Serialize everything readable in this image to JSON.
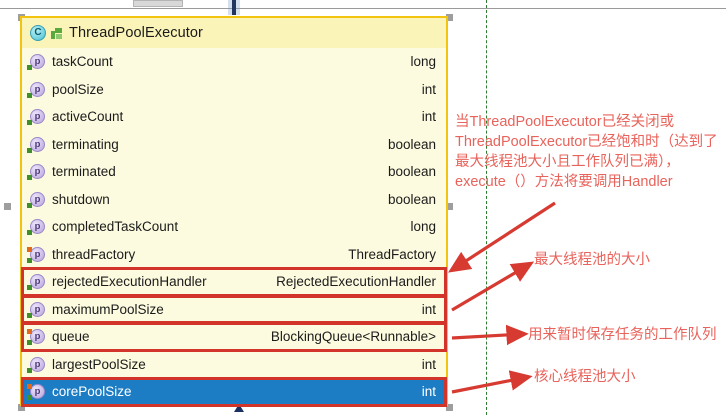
{
  "window": {
    "top_chip_label": ""
  },
  "class_box": {
    "icon_class": "class-icon",
    "icon_marker": "green-package-icon",
    "title": "ThreadPoolExecutor",
    "members": [
      {
        "icon": "property-icon",
        "name": "taskCount",
        "type": "long",
        "selected": false,
        "boxed": false,
        "mod": ""
      },
      {
        "icon": "property-icon",
        "name": "poolSize",
        "type": "int",
        "selected": false,
        "boxed": false,
        "mod": ""
      },
      {
        "icon": "property-icon",
        "name": "activeCount",
        "type": "int",
        "selected": false,
        "boxed": false,
        "mod": ""
      },
      {
        "icon": "property-icon",
        "name": "terminating",
        "type": "boolean",
        "selected": false,
        "boxed": false,
        "mod": ""
      },
      {
        "icon": "property-icon",
        "name": "terminated",
        "type": "boolean",
        "selected": false,
        "boxed": false,
        "mod": ""
      },
      {
        "icon": "property-icon",
        "name": "shutdown",
        "type": "boolean",
        "selected": false,
        "boxed": false,
        "mod": ""
      },
      {
        "icon": "property-icon",
        "name": "completedTaskCount",
        "type": "long",
        "selected": false,
        "boxed": false,
        "mod": ""
      },
      {
        "icon": "property-icon",
        "name": "threadFactory",
        "type": "ThreadFactory",
        "selected": false,
        "boxed": false,
        "mod": "orange"
      },
      {
        "icon": "property-icon",
        "name": "rejectedExecutionHandler",
        "type": "RejectedExecutionHandler",
        "selected": false,
        "boxed": true,
        "mod": ""
      },
      {
        "icon": "property-icon",
        "name": "maximumPoolSize",
        "type": "int",
        "selected": false,
        "boxed": true,
        "mod": ""
      },
      {
        "icon": "property-icon",
        "name": "queue",
        "type": "BlockingQueue<Runnable>",
        "selected": false,
        "boxed": true,
        "mod": "orange"
      },
      {
        "icon": "property-icon",
        "name": "largestPoolSize",
        "type": "int",
        "selected": false,
        "boxed": false,
        "mod": ""
      },
      {
        "icon": "property-icon",
        "name": "corePoolSize",
        "type": "int",
        "selected": true,
        "boxed": true,
        "mod": "orange"
      }
    ]
  },
  "annotations": {
    "handler_note": "当ThreadPoolExecutor已经关闭或ThreadPoolExecutor已经饱和时（达到了最大线程池大小且工作队列已满），execute（）方法将要调用Handler",
    "max_pool": "最大线程池的大小",
    "work_queue": "用来暂时保存任务的工作队列",
    "core_pool": "核心线程池大小"
  },
  "colors": {
    "class_border": "#f2c40f",
    "class_bg": "#fdfbdf",
    "class_header_bg": "#fbf4b8",
    "selected_row": "#1d7dc4",
    "highlight_box": "#d2342a",
    "annotation_text": "#e8635b",
    "guide_line": "#2e7d32"
  }
}
